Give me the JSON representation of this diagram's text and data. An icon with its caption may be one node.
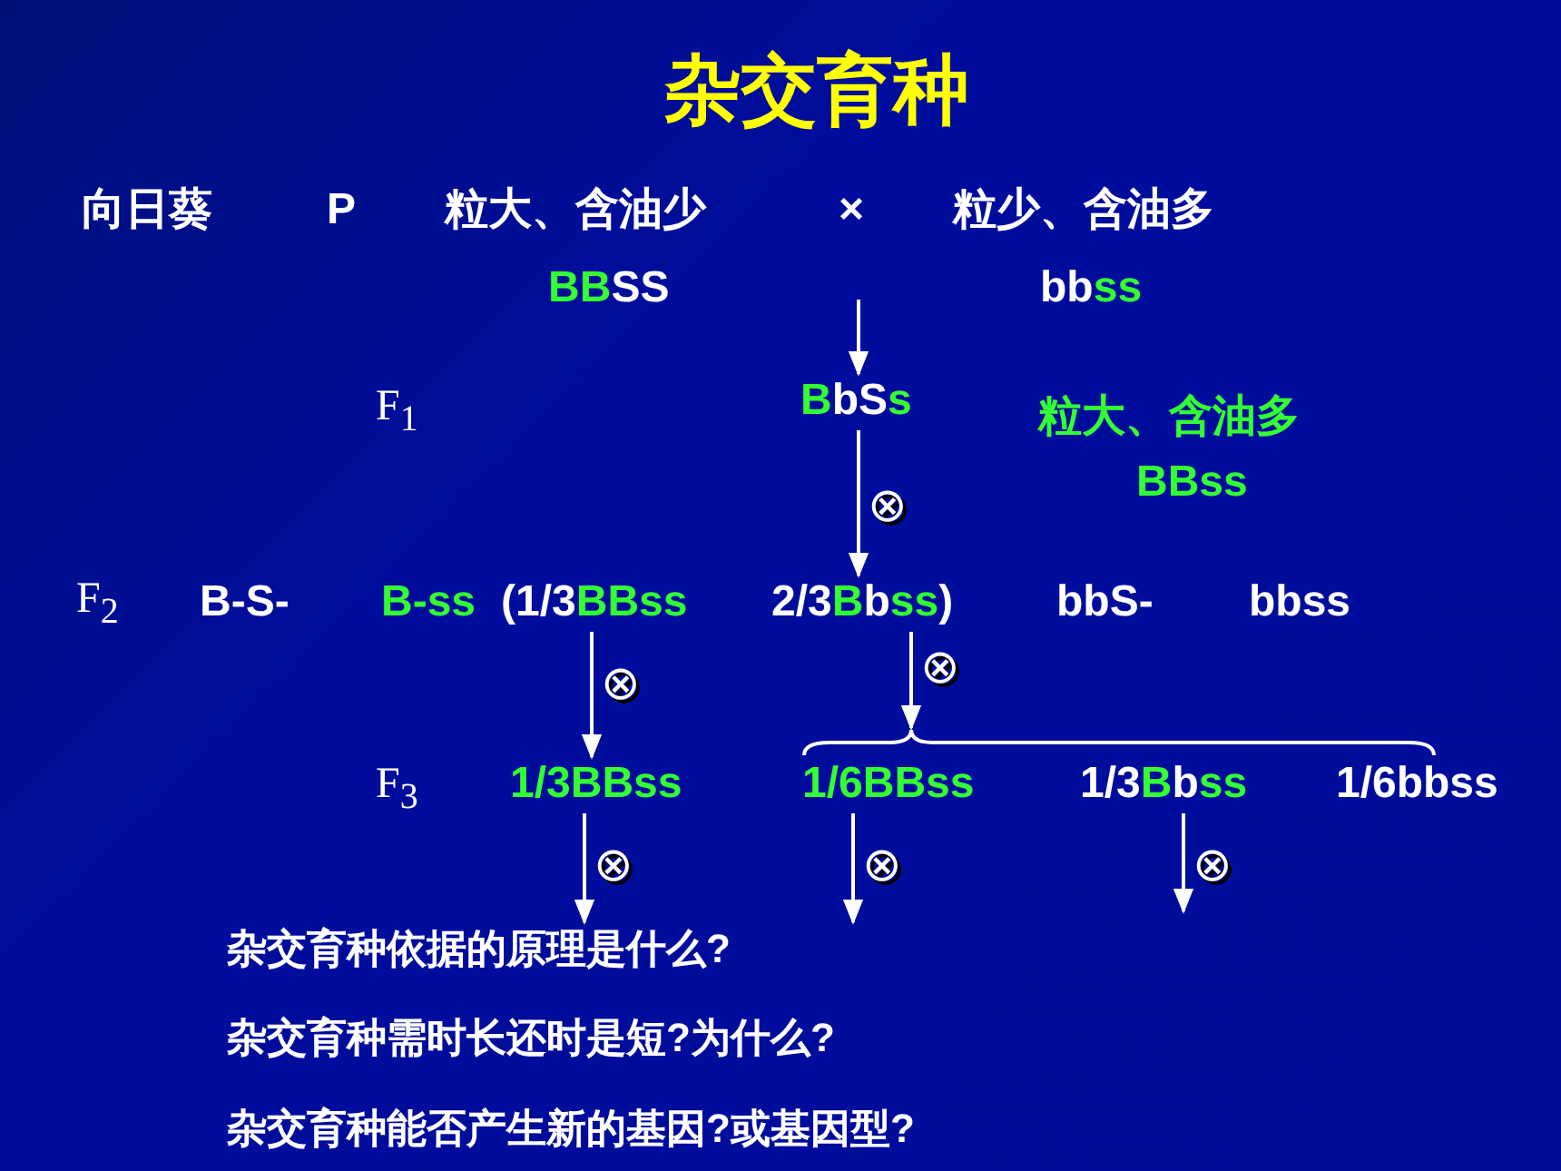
{
  "diagram": {
    "title": "杂交育种",
    "nodes": [
      {
        "text": [
          "BBSS"
        ]
      },
      {
        "text": [
          "bbss"
        ]
      },
      {
        "text": [
          "BbSs"
        ]
      },
      {
        "text": [
          "B-S-"
        ]
      },
      {
        "text": [
          "B-ss"
        ]
      },
      {
        "text": [
          "(1/3BBss"
        ]
      },
      {
        "text": [
          "2/3Bbss)"
        ]
      },
      {
        "text": [
          "bbS-"
        ]
      },
      {
        "text": [
          "bbss"
        ]
      },
      {
        "text": [
          "1/3BBss"
        ]
      },
      {
        "text": [
          "1/6BBss"
        ]
      },
      {
        "text": [
          "1/3Bbss"
        ]
      },
      {
        "text": [
          "1/6bbss"
        ]
      },
      {
        "text": [],
        "shape": "brace"
      },
      {
        "text": [
          "杂交育种依据的原理是什么?"
        ]
      }
    ],
    "edges": [
      {
        "from": null,
        "to": 2,
        "arrow": "to"
      },
      {
        "from": 2,
        "to": 6,
        "arrow": "to",
        "label": "⊗"
      },
      {
        "from": 5,
        "to": 9,
        "arrow": "to",
        "label": "⊗"
      },
      {
        "from": 6,
        "to": 13,
        "arrow": "to",
        "label": "⊗"
      },
      {
        "from": 9,
        "to": 14,
        "arrow": "to",
        "label": "⊗"
      },
      {
        "from": 10,
        "to": 14,
        "arrow": "to",
        "label": "⊗"
      },
      {
        "from": 11,
        "to": null,
        "arrow": "to",
        "label": "⊗"
      }
    ],
    "labels": [
      "向日葵",
      "P",
      "粒大、含油少",
      "×",
      "粒少、含油多",
      "F$_{1}$",
      "粒大、含油多",
      "BBss",
      "F$_{2}$",
      "F$_{3}$",
      "杂交育种需时长还时是短?为什么?",
      "杂交育种能否产生新的基因?或基因型?"
    ]
  }
}
